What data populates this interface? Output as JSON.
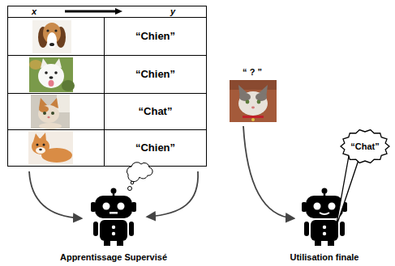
{
  "diagram": {
    "nodes": [
      {
        "text": [
          "Apprentissage Supervisé"
        ]
      },
      {
        "text": [
          "Utilisation finale"
        ]
      },
      {
        "text": [
          "“Chat”"
        ]
      }
    ],
    "labels": [
      "x",
      "y",
      "“Chien”",
      "“Chien”",
      "“Chat”",
      "“Chien”",
      "“ ? ”"
    ]
  }
}
